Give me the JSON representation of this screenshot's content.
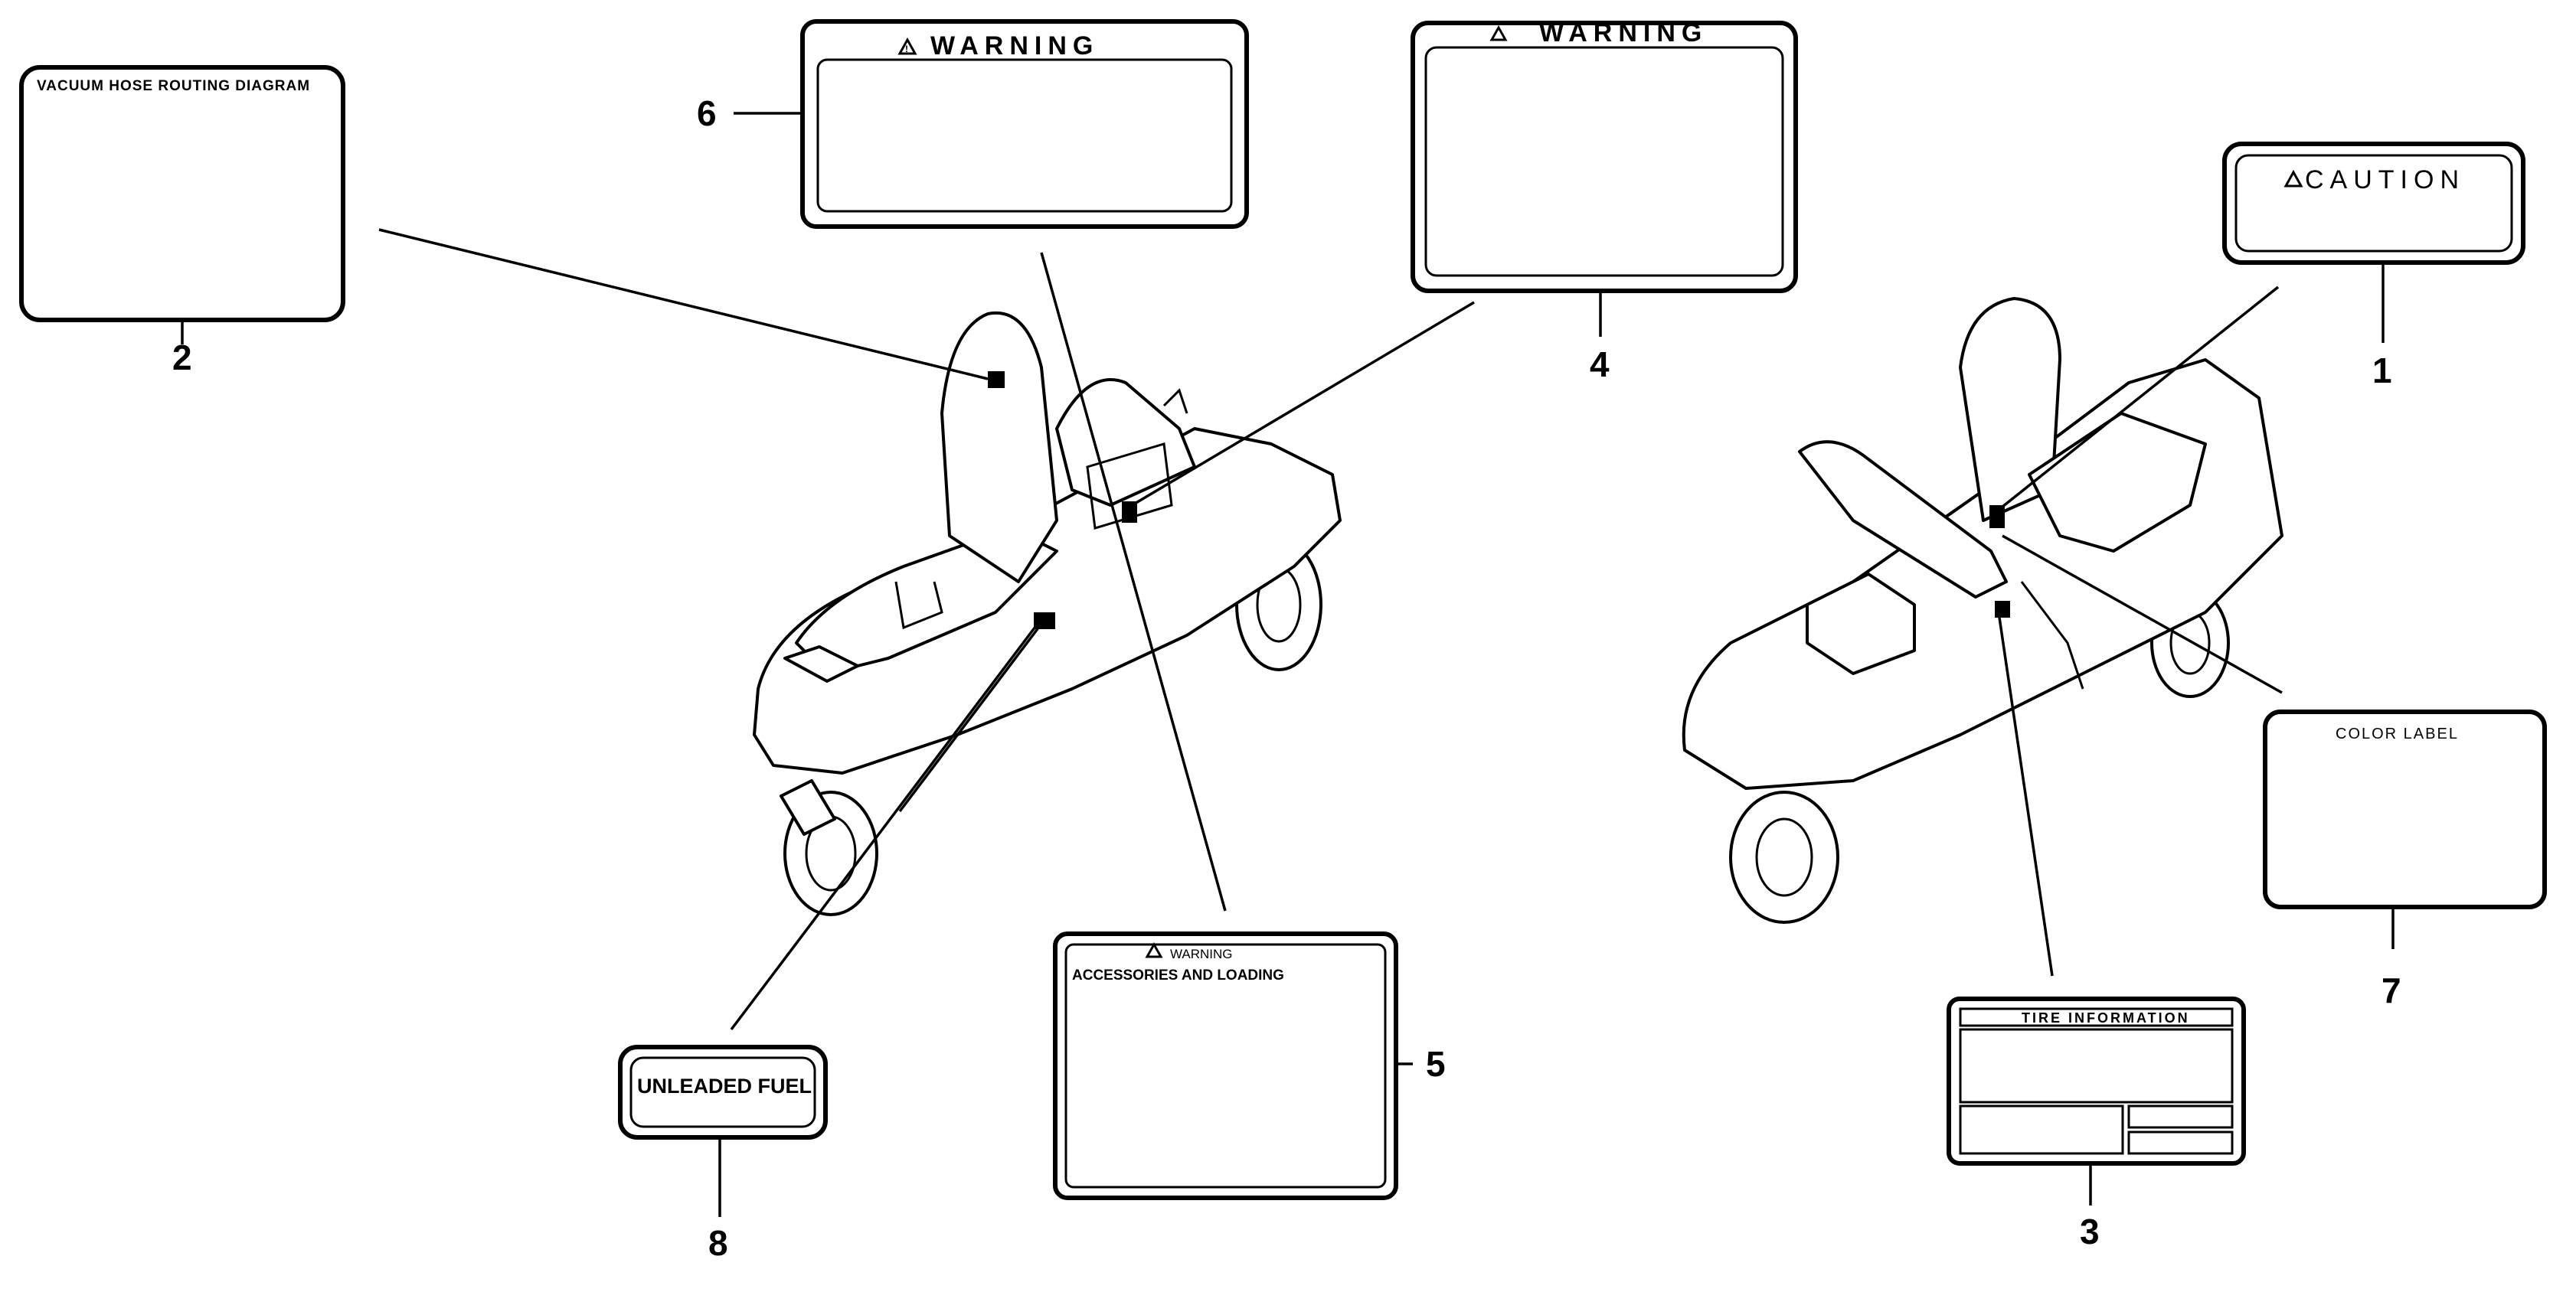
{
  "labels": {
    "vacuum": "VACUUM HOSE ROUTING DIAGRAM",
    "warning_6": "WARNING",
    "warning_4": "WARNING",
    "caution": "CAUTION",
    "accessories_title": "WARNING",
    "accessories_sub": "ACCESSORIES AND LOADING",
    "unleaded": "UNLEADED FUEL",
    "color": "COLOR LABEL",
    "tire": "TIRE INFORMATION"
  },
  "callouts": {
    "n1": "1",
    "n2": "2",
    "n3": "3",
    "n4": "4",
    "n5": "5",
    "n6": "6",
    "n7": "7",
    "n8": "8"
  },
  "icons": {
    "warning_triangle": "warning-triangle-icon"
  }
}
